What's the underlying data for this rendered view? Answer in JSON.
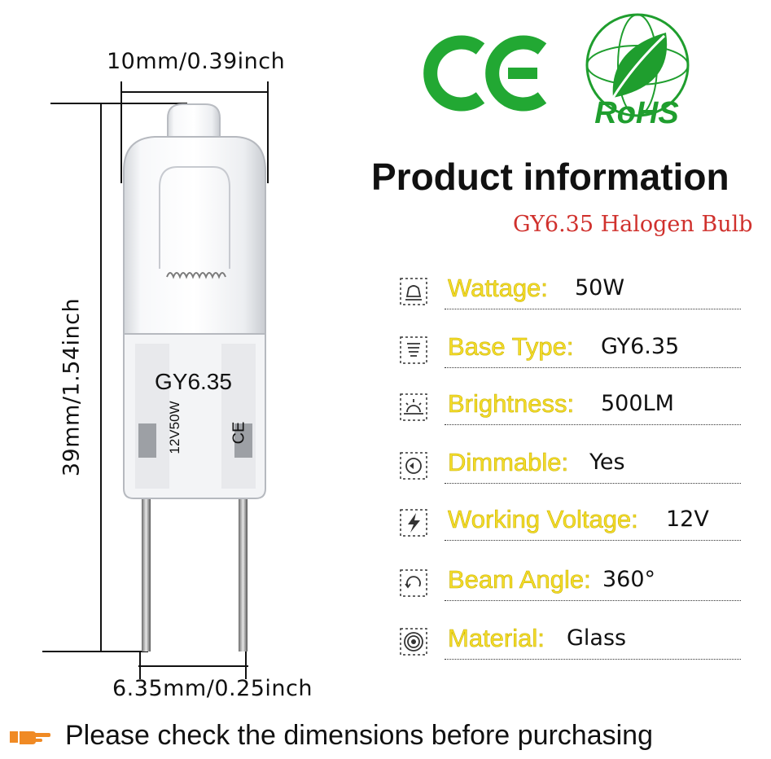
{
  "dimensions": {
    "width_label": "10mm/0.39inch",
    "height_label": "39mm/1.54inch",
    "pin_spacing_label": "6.35mm/0.25inch"
  },
  "bulb": {
    "base_marking": "GY6.35",
    "rating_marking": "12V50W",
    "ce_marking": "CE"
  },
  "certifications": {
    "ce_logo": "CE",
    "rohs_logo": "RoHS"
  },
  "product": {
    "title": "Product information",
    "subtitle": "GY6.35 Halogen Bulb"
  },
  "specs": [
    {
      "icon": "lamp-icon",
      "label": "Wattage:",
      "value": "50W"
    },
    {
      "icon": "base-icon",
      "label": "Base Type:",
      "value": "GY6.35"
    },
    {
      "icon": "sunrise-icon",
      "label": "Brightness:",
      "value": "500LM"
    },
    {
      "icon": "dimmer-icon",
      "label": "Dimmable:",
      "value": "Yes"
    },
    {
      "icon": "lightning-icon",
      "label": "Working Voltage:",
      "value": "12V"
    },
    {
      "icon": "rotate-icon",
      "label": "Beam Angle:",
      "value": "360°"
    },
    {
      "icon": "target-icon",
      "label": "Material:",
      "value": "Glass"
    }
  ],
  "footer": {
    "icon": "pointing-hand-icon",
    "note": "Please check the dimensions before purchasing"
  },
  "colors": {
    "label_yellow": "#f5dd2a",
    "subtitle_red": "#d0312d",
    "ce_green": "#22a833",
    "rohs_green": "#1f9e2e",
    "footer_icon_orange": "#f08a24"
  }
}
